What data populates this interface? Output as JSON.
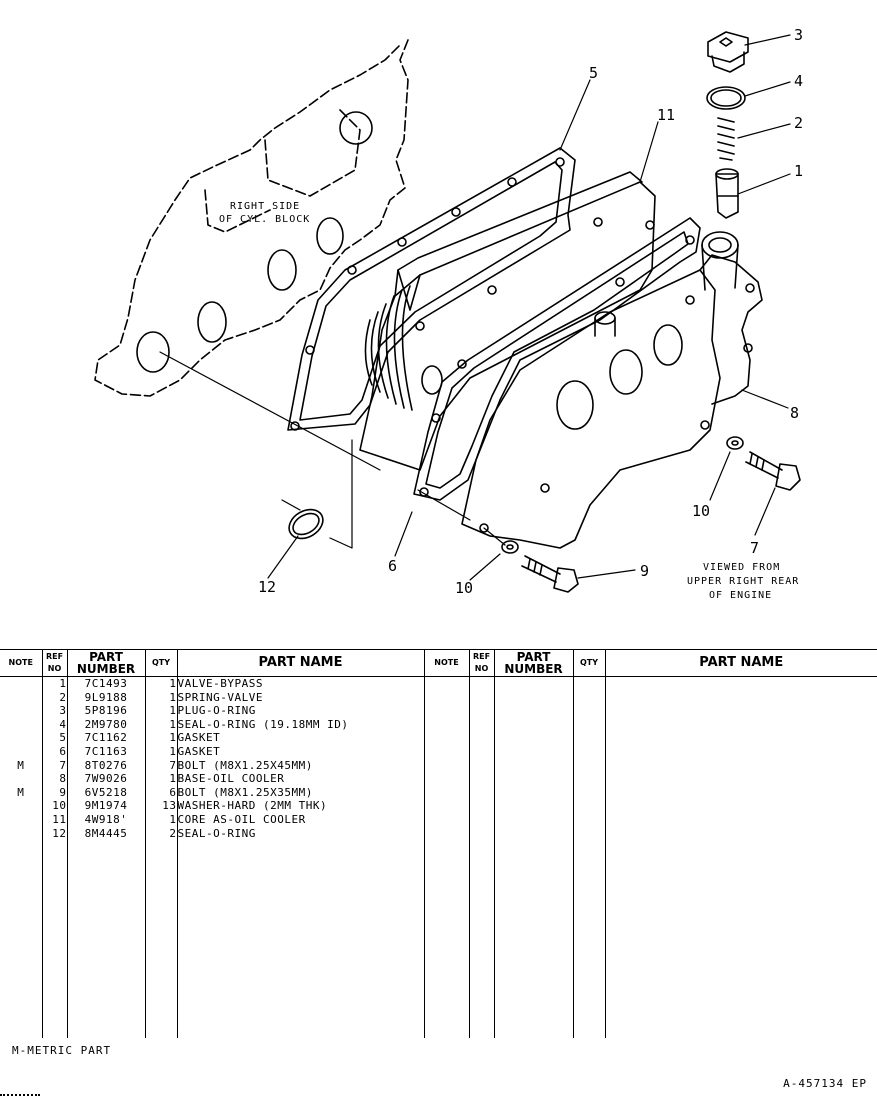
{
  "diagram": {
    "callouts": [
      "1",
      "2",
      "3",
      "4",
      "5",
      "6",
      "7",
      "8",
      "9",
      "10",
      "10",
      "11",
      "12"
    ],
    "block_label": [
      "RIGHT SIDE",
      "OF CYL. BLOCK"
    ],
    "view_caption": [
      "VIEWED FROM",
      "UPPER RIGHT REAR",
      "OF ENGINE"
    ]
  },
  "table": {
    "headers": {
      "note": "NOTE",
      "ref_no": [
        "REF",
        "NO"
      ],
      "part_number": [
        "PART",
        "NUMBER"
      ],
      "qty": "QTY",
      "part_name": "PART NAME"
    },
    "rows": [
      {
        "note": "",
        "ref": "1",
        "part_number": "7C1493",
        "qty": "1",
        "name": "VALVE-BYPASS"
      },
      {
        "note": "",
        "ref": "2",
        "part_number": "9L9188",
        "qty": "1",
        "name": "SPRING-VALVE"
      },
      {
        "note": "",
        "ref": "3",
        "part_number": "5P8196",
        "qty": "1",
        "name": "PLUG-O-RING"
      },
      {
        "note": "",
        "ref": "4",
        "part_number": "2M9780",
        "qty": "1",
        "name": "SEAL-O-RING (19.18MM ID)"
      },
      {
        "note": "",
        "ref": "5",
        "part_number": "7C1162",
        "qty": "1",
        "name": "GASKET"
      },
      {
        "note": "",
        "ref": "6",
        "part_number": "7C1163",
        "qty": "1",
        "name": "GASKET"
      },
      {
        "note": "M",
        "ref": "7",
        "part_number": "8T0276",
        "qty": "7",
        "name": "BOLT (M8X1.25X45MM)"
      },
      {
        "note": "",
        "ref": "8",
        "part_number": "7W9026",
        "qty": "1",
        "name": "BASE-OIL COOLER"
      },
      {
        "note": "M",
        "ref": "9",
        "part_number": "6V5218",
        "qty": "6",
        "name": "BOLT (M8X1.25X35MM)"
      },
      {
        "note": "",
        "ref": "10",
        "part_number": "9M1974",
        "qty": "13",
        "name": "WASHER-HARD (2MM THK)"
      },
      {
        "note": "",
        "ref": "11",
        "part_number": "4W918'",
        "qty": "1",
        "name": "CORE AS-OIL COOLER"
      },
      {
        "note": "",
        "ref": "12",
        "part_number": "8M4445",
        "qty": "2",
        "name": "SEAL-O-RING"
      }
    ]
  },
  "footer": {
    "note": "M-METRIC PART",
    "figure_id": "A-457134 EP"
  }
}
